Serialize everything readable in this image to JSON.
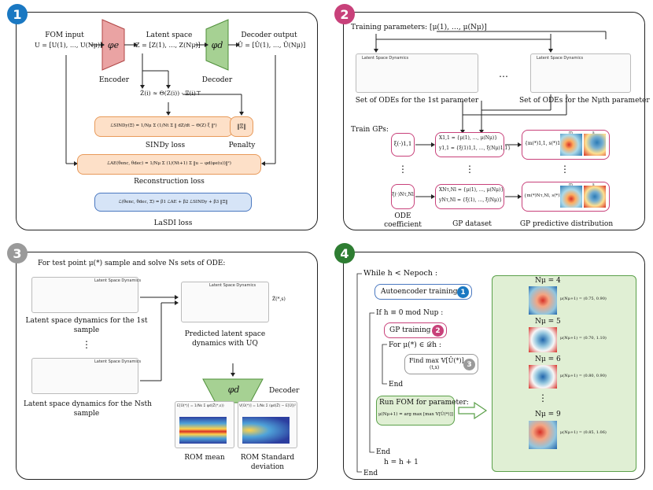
{
  "colors": {
    "blue": "#1a78c2",
    "pink": "#c8417a",
    "gray": "#9a9a9a",
    "green": "#2e7d32",
    "encoder": "#e8a0a0",
    "decoder": "#9fce8c"
  },
  "badges": [
    "1",
    "2",
    "3",
    "4"
  ],
  "p1": {
    "fom_input": "FOM input",
    "fom_expr": "U = [U(1), …, U(Nμ)]",
    "phi_e": "φe",
    "encoder": "Encoder",
    "latent_space": "Latent space",
    "latent_expr": "Z = [Z(1), …, Z(Nμ)]",
    "phi_d": "φd",
    "decoder": "Decoder",
    "decoder_output": "Decoder output",
    "decoder_expr": "Û = [Û(1), …, Û(Nμ)]",
    "sindy_expr": "Ż(i) ≈ Θ(Z(i)) · Ξ(i)⊤",
    "sindy_loss_expr": "ℒSINDy(Ξ) = 1/Nμ Σ (1/Nt Σ ‖ dZ/dt − Θ(Z) ξ ‖²)",
    "penalty_expr": "‖Ξ‖",
    "sindy_loss": "SINDy loss",
    "penalty": "Penalty",
    "recon_expr": "ℒAE(θenc, θdec) = 1/Nμ Σ (1/(Nt+1) Σ ‖u − φd(φe(u))‖²)",
    "recon_loss": "Reconstruction loss",
    "lasdi_expr": "ℒ(θenc, θdec, Ξ) = β1 ℒAE + β2 ℒSINDy + β3 ‖Ξ‖",
    "lasdi_loss": "LaSDI loss"
  },
  "p2": {
    "training_params": "Training parameters: [μ(1), …, μ(Nμ)]",
    "lsd_title": "Latent Space Dynamics",
    "odes_first": "Set of ODEs for the 1st parameter",
    "odes_last": "Set of ODEs for the Nμth parameter",
    "dots": "…",
    "train_gps": "Train GPs:",
    "xi_11": "ξ(·)1,1",
    "xi_nn": "ξ(·)Nτ,Nl",
    "gp_data_1a": "X1,1 = {μ(1), …, μ(Nμ)}",
    "gp_data_1b": "y1,1 = {ξ(1)1,1, …, ξ(Nμ)1,1}",
    "gp_data_na": "XNτ,Nl = {μ(1), …, μ(Nμ)}",
    "gp_data_nb": "yNτ,Nl = {ξ(1), …, ξ(Nμ)}",
    "gp_pred_1": "{m(*)1,1, s(*)1,1}",
    "gp_pred_n": "{m(*)Nτ,Nl, s(*)Nτ,Nl}",
    "vdots": "⋮",
    "ode_coeff_1": "ODE",
    "ode_coeff_2": "coefficient",
    "gp_dataset": "GP dataset",
    "gp_pred_dist": "GP predictive distribution",
    "hm_m": "m",
    "hm_s": "s"
  },
  "p3": {
    "header": "For test point μ(*) sample and solve Ns sets of ODE:",
    "lsd_title": "Latent Space Dynamics",
    "cap_first_a": "Latent space dynamics for the 1st",
    "cap_first_b": "sample",
    "cap_last_a": "Latent space dynamics for the Nsth",
    "cap_last_b": "sample",
    "vdots": "⋮",
    "pred_a": "Predicted latent space",
    "pred_b": "dynamics with UQ",
    "zhat": "Ẑ(*,s)",
    "phi_d": "φd",
    "decoder": "Decoder",
    "rom_mean_expr": "E[Û(*)] = 1/Ns Σ φd(Ẑ(*,s))",
    "rom_std_expr": "V[Û(*)] = 1/Ns Σ (φd(Ẑ) − E[Û])²",
    "rom_mean": "ROM mean",
    "rom_std_a": "ROM Standard",
    "rom_std_b": "deviation"
  },
  "p4": {
    "while": "While h < Nepoch :",
    "ae_training": "Autoencoder training",
    "if_line": "If  h ≡ 0  mod Nup :",
    "gp_training": "GP training",
    "for_line": "For μ(*) ∈ 𝒟h :",
    "find_max": "Find max 𝕍[Û(*)]",
    "find_sub": "(t,x)",
    "end1": "End",
    "run_fom": "Run FOM for parameter:",
    "argmax": "μ(Nμ+1) = arg max [max 𝕍[Û(*)]]",
    "end2": "End",
    "h_update": "h = h + 1",
    "end3": "End",
    "np_labels": [
      "Nμ = 4",
      "Nμ = 5",
      "Nμ = 6",
      "Nμ = 9"
    ],
    "np_values": [
      "μ(Nμ+1) = (0.75, 0.90)",
      "μ(Nμ+1) = (0.70, 1.10)",
      "μ(Nμ+1) = (0.80, 0.90)",
      "μ(Nμ+1) = (0.85, 1.06)"
    ],
    "vdots": "⋮"
  }
}
